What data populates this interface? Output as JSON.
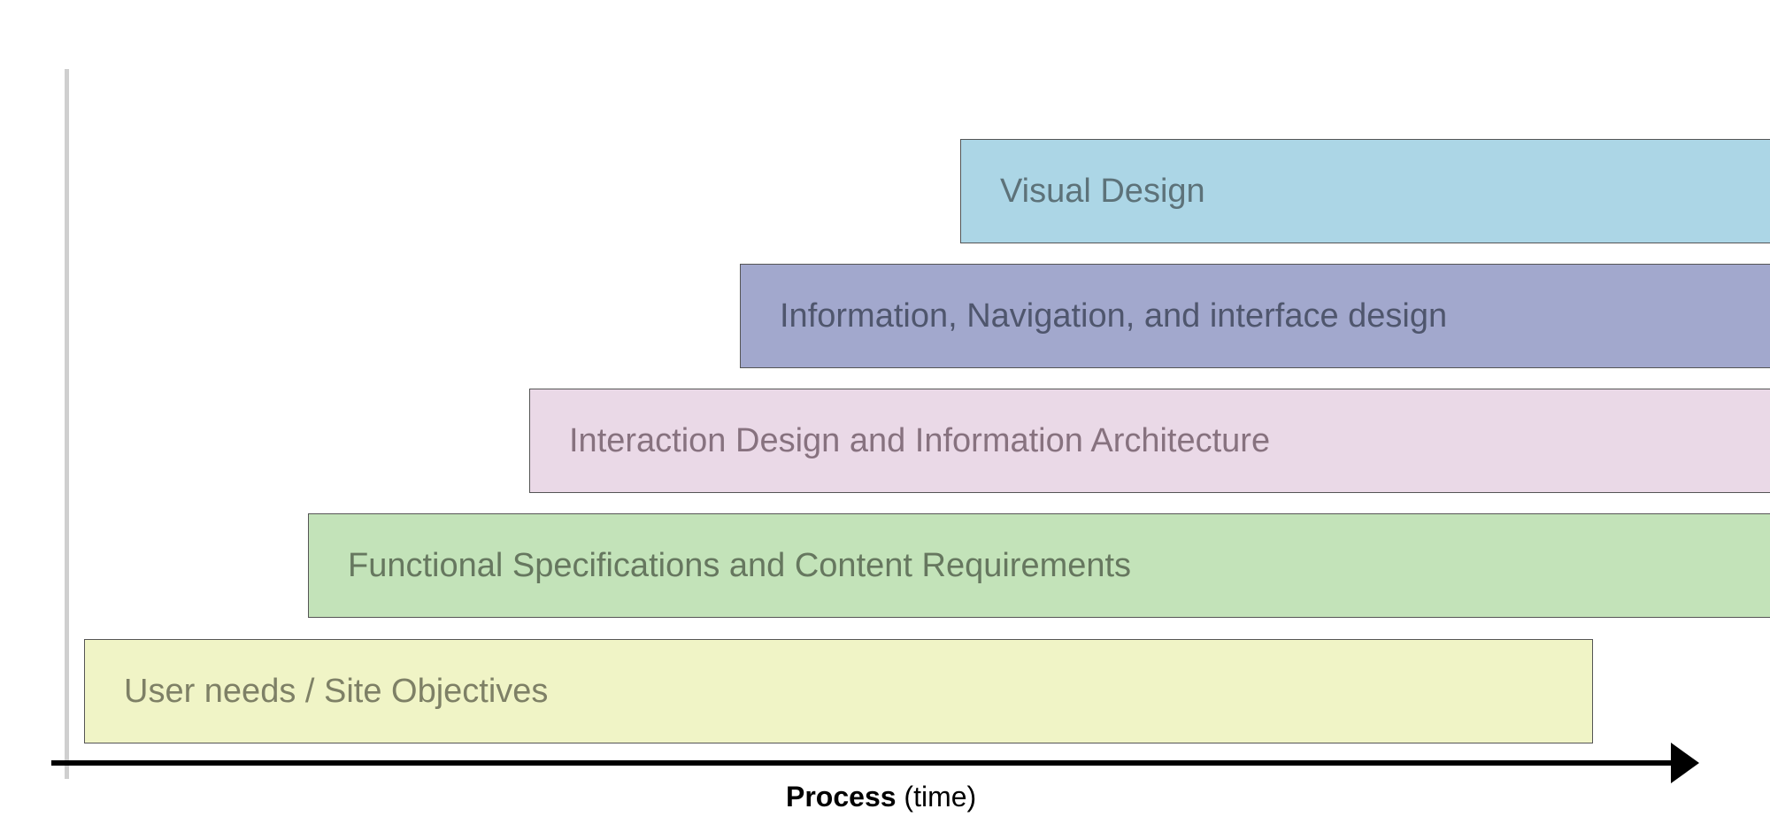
{
  "diagram": {
    "layers": [
      {
        "id": "visual",
        "label": "Visual Design",
        "fill": "#acd6e6",
        "text_color": "#5d7279"
      },
      {
        "id": "info",
        "label": "Information, Navigation, and interface design",
        "fill": "#a2a8cd",
        "text_color": "#4f566d"
      },
      {
        "id": "interact",
        "label": "Interaction Design and Information Architecture",
        "fill": "#ead9e7",
        "text_color": "#87727f"
      },
      {
        "id": "func",
        "label": "Functional Specifications and Content Requirements",
        "fill": "#c3e3b9",
        "text_color": "#66775f"
      },
      {
        "id": "user",
        "label": "User needs / Site Objectives",
        "fill": "#f0f4c6",
        "text_color": "#7e8066"
      }
    ],
    "axis": {
      "label_bold": "Process",
      "label_rest": " (time)"
    }
  }
}
